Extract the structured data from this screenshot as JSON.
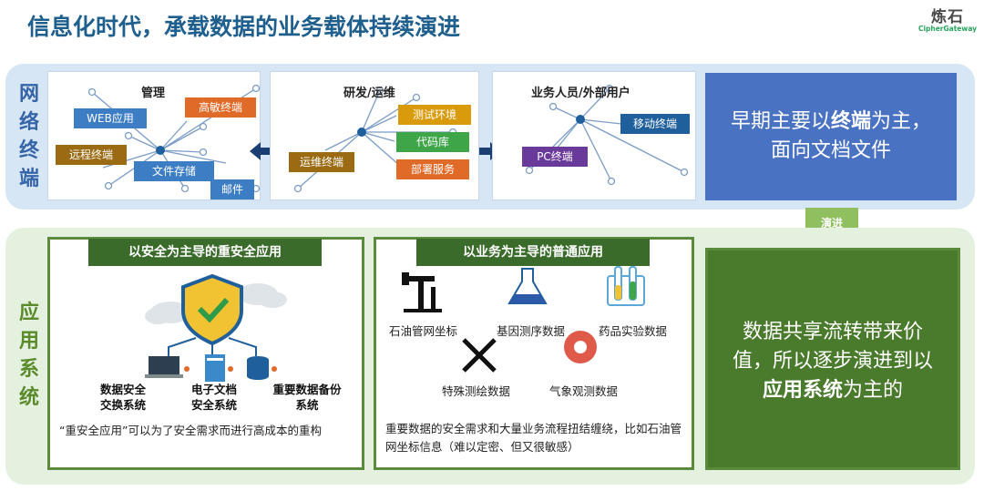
{
  "header": {
    "title": "信息化时代，承载数据的业务载体持续演进"
  },
  "logo": {
    "cn": "炼石",
    "en": "CipherGateway"
  },
  "section_top": {
    "label": [
      "网",
      "络",
      "终",
      "端"
    ],
    "panels": [
      {
        "title": "管理",
        "tags": [
          "WEB应用",
          "高敏终端",
          "远程终端",
          "文件存储",
          "邮件"
        ]
      },
      {
        "title": "研发/运维",
        "tags": [
          "测试环境",
          "代码库",
          "运维终端",
          "部署服务"
        ]
      },
      {
        "title": "业务人员/外部用户",
        "tags": [
          "移动终端",
          "PC终端"
        ]
      }
    ],
    "summary_pre": "早期主要以",
    "summary_bold": "终端",
    "summary_post": "为主，面向文档文件"
  },
  "arrow": {
    "label": "演进"
  },
  "section_bottom": {
    "label": [
      "应",
      "用",
      "系",
      "统"
    ],
    "left": {
      "banner": "以安全为主导的重安全应用",
      "items": [
        "数据安全\n交换系统",
        "电子文档\n安全系统",
        "重要数据备份\n系统"
      ],
      "caption": "“重安全应用”可以为了安全需求而进行高成本的重构"
    },
    "middle": {
      "banner": "以业务为主导的普通应用",
      "items": [
        "石油管网坐标",
        "基因测序数据",
        "药品实验数据",
        "特殊测绘数据",
        "气象观测数据"
      ],
      "caption": "重要数据的安全需求和大量业务流程扭结缠绕，比如石油管网坐标信息（难以定密、但又很敏感）"
    },
    "summary_pre": "数据共享流转带来价值，所以逐步演进到以",
    "summary_bold": "应用系统",
    "summary_post": "为主的"
  },
  "colors": {
    "title": "#1f5f8e",
    "blue_tag": "#3d7dc4",
    "orange_tag": "#e06a28",
    "olive_tag": "#9a6b12",
    "green_tag": "#3ea548",
    "amber_tag": "#d99b0b",
    "purple_tag": "#6a3a9a",
    "summary_blue": "#4a72c2",
    "summary_green": "#4a7a2c",
    "label_top": "#3565a8",
    "label_bottom": "#5a8a2a"
  }
}
